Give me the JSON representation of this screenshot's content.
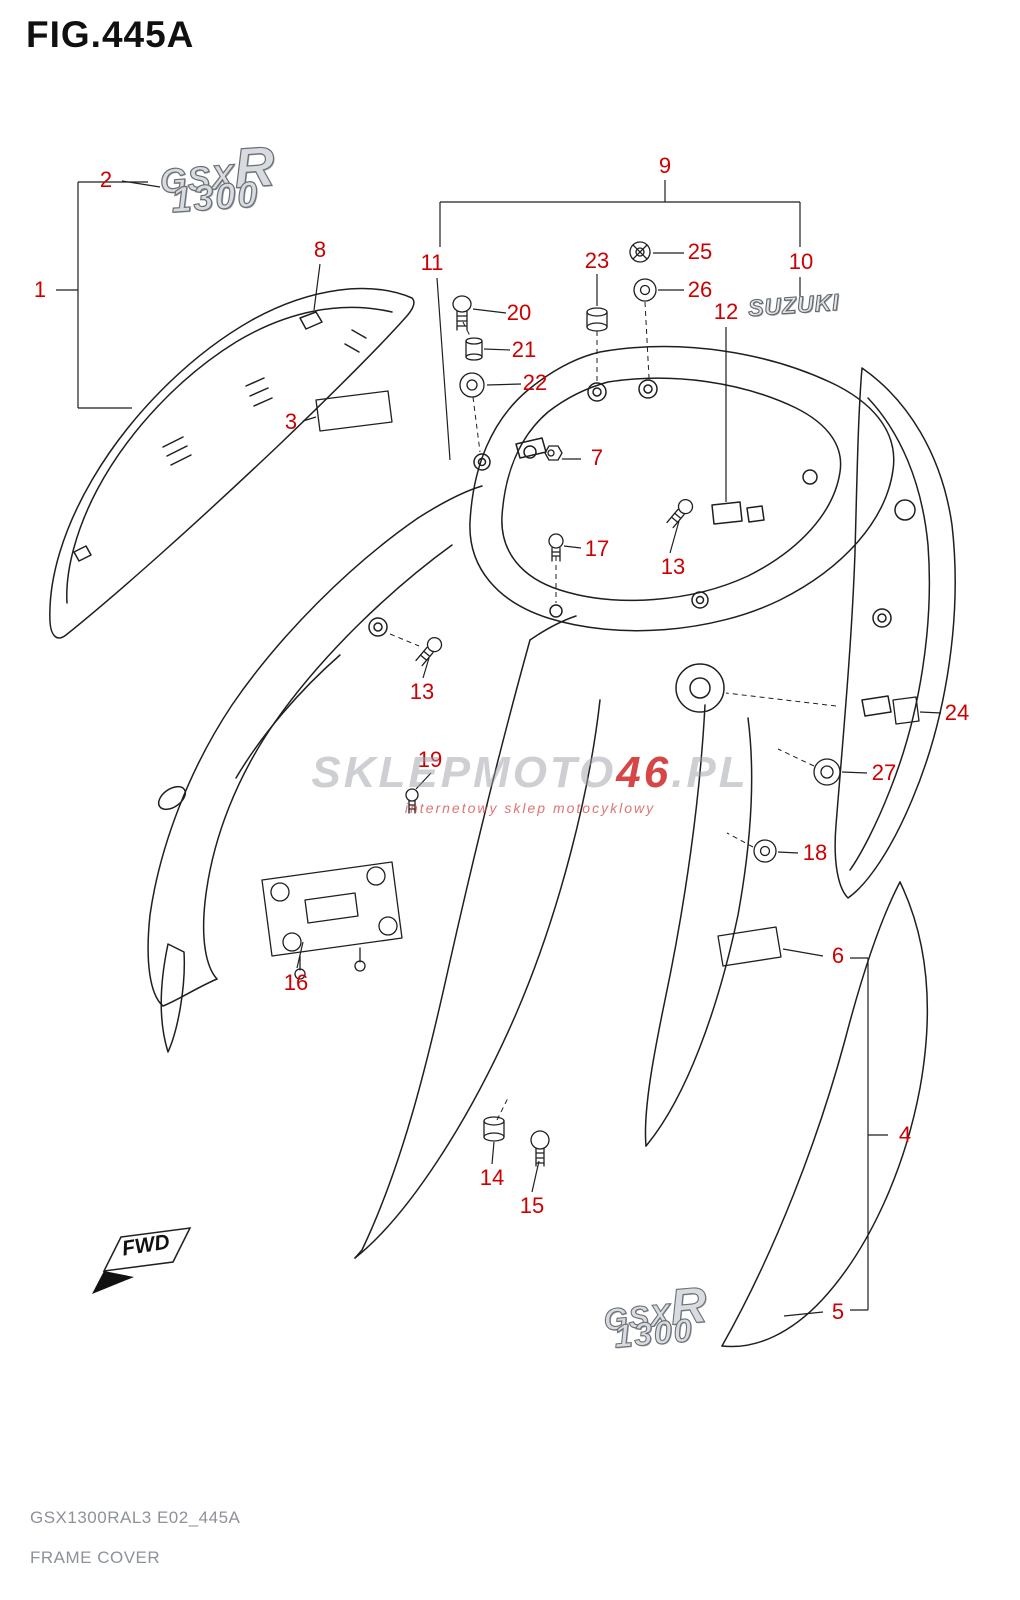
{
  "header": {
    "figure": "FIG.445A"
  },
  "footer": {
    "model_code": "GSX1300RAL3 E02_445A",
    "figure_title": "FRAME COVER"
  },
  "watermark": {
    "main_left": "SKLEPMOTO",
    "main_accent": "46",
    "main_right": ".PL",
    "subtitle": "internetowy sklep motocyklowy"
  },
  "fwd": "FWD",
  "emblems": {
    "gsx": "GSX",
    "r": "R",
    "number": "1300",
    "suzuki": "SUZUKI"
  },
  "callouts": {
    "n1": "1",
    "n2": "2",
    "n3": "3",
    "n4": "4",
    "n5": "5",
    "n6": "6",
    "n7": "7",
    "n8": "8",
    "n9": "9",
    "n10": "10",
    "n11": "11",
    "n12": "12",
    "n13a": "13",
    "n13b": "13",
    "n14": "14",
    "n15": "15",
    "n16": "16",
    "n17": "17",
    "n18": "18",
    "n19": "19",
    "n20": "20",
    "n21": "21",
    "n22": "22",
    "n23": "23",
    "n24": "24",
    "n25": "25",
    "n26": "26",
    "n27": "27"
  },
  "colors": {
    "callout_red": "#cc0000",
    "line_black": "#1f1f1f",
    "watermark_red": "#d64646",
    "footer_gray": "#8d929a"
  }
}
